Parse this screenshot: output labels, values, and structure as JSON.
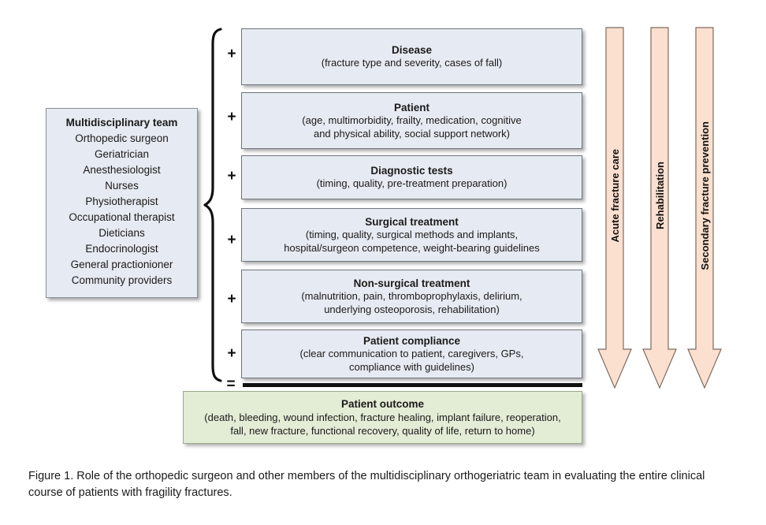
{
  "figure": {
    "caption": "Figure 1. Role of the orthopedic surgeon and other members of the multidisciplinary orthogeriatric team in evaluating the entire clinical course of patients with fragility fractures."
  },
  "team": {
    "title": "Multidisciplinary team",
    "members": [
      "Orthopedic surgeon",
      "Geriatrician",
      "Anesthesiologist",
      "Nurses",
      "Physiotherapist",
      "Occupational therapist",
      "Dieticians",
      "Endocrinologist",
      "General practionioner",
      "Community providers"
    ]
  },
  "operators": {
    "plus": "+",
    "equals": "="
  },
  "factors": [
    {
      "title": "Disease",
      "detail": "(fracture type and severity, cases of fall)"
    },
    {
      "title": "Patient",
      "detail_line1": "(age, multimorbidity, frailty, medication, cognitive",
      "detail_line2": "and physical ability, social support network)"
    },
    {
      "title": "Diagnostic tests",
      "detail": "(timing, quality, pre-treatment preparation)"
    },
    {
      "title": "Surgical treatment",
      "detail_line1": "(timing, quality, surgical methods and implants,",
      "detail_line2": "hospital/surgeon competence, weight-bearing guidelines"
    },
    {
      "title": "Non-surgical treatment",
      "detail_line1": "(malnutrition, pain, thromboprophylaxis, delirium,",
      "detail_line2": "underlying osteoporosis, rehabilitation)"
    },
    {
      "title": "Patient compliance",
      "detail_line1": "(clear communication to patient, caregivers, GPs,",
      "detail_line2": "compliance with guidelines)"
    }
  ],
  "outcome": {
    "title": "Patient outcome",
    "detail_line1": "(death, bleeding, wound infection, fracture healing, implant failure, reoperation,",
    "detail_line2": "fall, new fracture, functional recovery, quality of life, return to home)"
  },
  "phases": [
    {
      "label": "Acute fracture care"
    },
    {
      "label": "Rehabilitation"
    },
    {
      "label": "Secondary fracture prevention"
    }
  ],
  "colors": {
    "factor_box_fill": "#e6eaf2",
    "factor_box_border": "#6f747d",
    "team_box_fill": "#e6eaf2",
    "outcome_box_fill": "#e3ecd5",
    "outcome_box_border": "#9aa889",
    "arrow_fill": "#fbe0d0",
    "arrow_border": "#7d6b60",
    "rule": "#111111",
    "page_background": "#ffffff"
  }
}
